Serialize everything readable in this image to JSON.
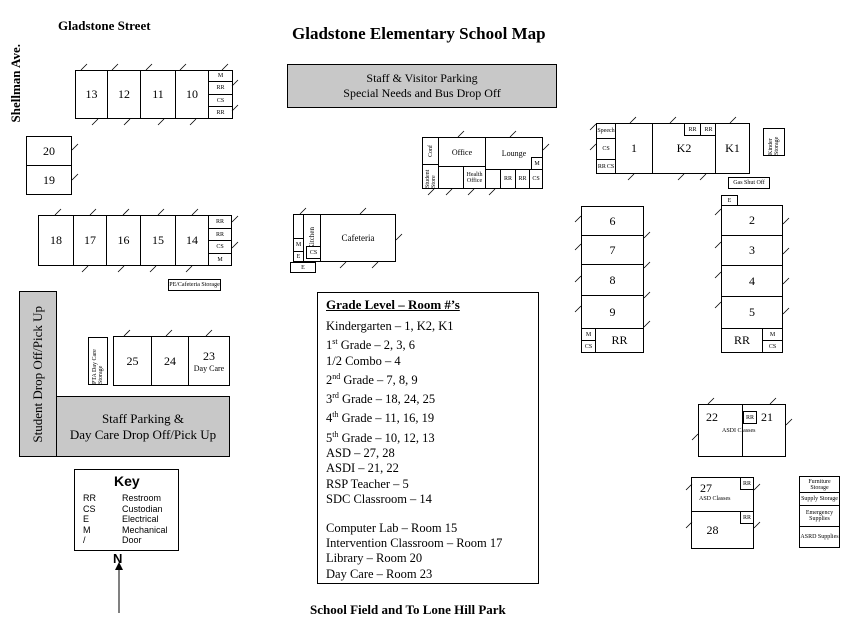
{
  "title": "Gladstone Elementary School Map",
  "streets": {
    "north": "Gladstone Street",
    "west": "Shellman Ave.",
    "south": "School Field and To Lone Hill Park"
  },
  "rooms": {
    "r13": "13",
    "r12": "12",
    "r11": "11",
    "r10": "10",
    "r20": "20",
    "r19": "19",
    "r18": "18",
    "r17": "17",
    "r16": "16",
    "r15": "15",
    "r14": "14",
    "r25": "25",
    "r24": "24",
    "r23": "23",
    "r6": "6",
    "r7": "7",
    "r8": "8",
    "r9": "9",
    "r2": "2",
    "r3": "3",
    "r4": "4",
    "r5": "5",
    "r1": "1",
    "rK2": "K2",
    "rK1": "K1",
    "r22": "22",
    "r21": "21",
    "r27": "27",
    "r28": "28"
  },
  "small_labels": {
    "M": "M",
    "RR": "RR",
    "CS": "CS",
    "E": "E",
    "office": "Office",
    "lounge": "Lounge",
    "conf": "Conf",
    "student_store": "Student Store",
    "health_office": "Health Office",
    "cafeteria": "Cafeteria",
    "kitchen": "Kitchen",
    "pe_storage": "PE/Cafeteria Storage",
    "speech": "Speech",
    "kinder_storage": "Kinder Storage",
    "gas_shut_off": "Gas Shut Off",
    "pta_storage": "PTA Day Care Storage",
    "day_care": "Day Care",
    "asdi_classes": "ASDI Classes",
    "asd_classes": "ASD Classes",
    "furniture_storage": "Furniture Storage",
    "supply_storage": "Supply Storage",
    "emergency_supplies": "Emergency Supplies",
    "asrd_supplies": "ASRD Supplies"
  },
  "areas": {
    "staff_visitor_parking": "Staff & Visitor Parking",
    "special_needs_dropoff": "Special Needs and Bus Drop Off",
    "staff_parking": "Staff Parking &",
    "day_care_dropoff": "Day Care Drop Off/Pick Up",
    "student_dropoff": "Student Drop Off/Pick Up"
  },
  "grade_level_box": {
    "heading": "Grade Level – Room #’s",
    "lines": [
      "Kindergarten – 1, K2, K1",
      "1st Grade – 2, 3, 6",
      "1/2 Combo – 4",
      "2nd Grade – 7, 8, 9",
      "3rd Grade – 18, 24, 25",
      "4th Grade – 11, 16, 19",
      "5th Grade – 10, 12, 13",
      "ASD – 27, 28",
      "ASDI – 21, 22",
      "RSP Teacher – 5",
      "SDC Classroom – 14"
    ],
    "extra_lines": [
      "Computer Lab – Room 15",
      "Intervention Classroom – Room 17",
      "Library – Room 20",
      "Day Care – Room 23"
    ]
  },
  "key": {
    "title": "Key",
    "items": [
      {
        "code": "RR",
        "meaning": "Restroom"
      },
      {
        "code": "CS",
        "meaning": "Custodian"
      },
      {
        "code": "E",
        "meaning": "Electrical"
      },
      {
        "code": "M",
        "meaning": "Mechanical"
      },
      {
        "code": "/",
        "meaning": "Door"
      }
    ]
  },
  "north_arrow": "N"
}
